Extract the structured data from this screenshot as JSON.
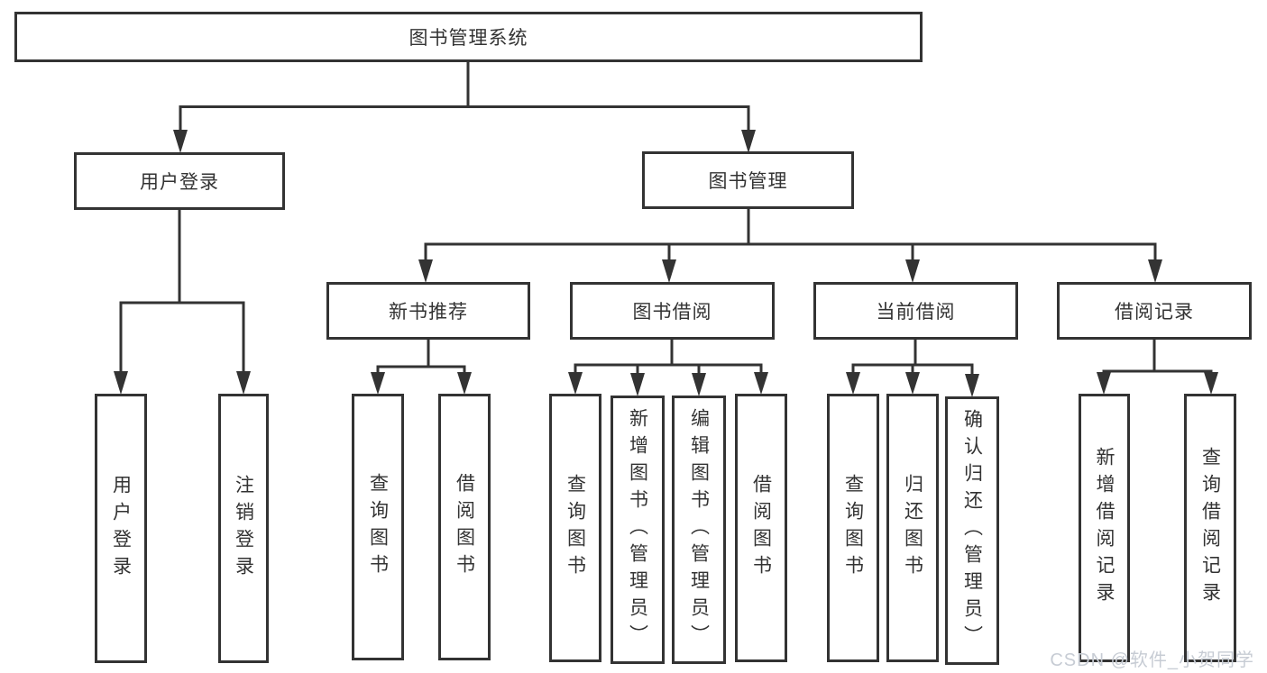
{
  "watermark": "CSDN @软件_小贺同学",
  "colors": {
    "line": "#333333",
    "box_border": "#333333",
    "box_fill": "#ffffff",
    "text": "#333333",
    "watermark": "#c7ccd4"
  },
  "tree": {
    "label": "图书管理系统",
    "children": [
      {
        "label": "用户登录",
        "children": [
          {
            "label": "用户登录"
          },
          {
            "label": "注销登录"
          }
        ]
      },
      {
        "label": "图书管理",
        "children": [
          {
            "label": "新书推荐",
            "children": [
              {
                "label": "查询图书"
              },
              {
                "label": "借阅图书"
              }
            ]
          },
          {
            "label": "图书借阅",
            "children": [
              {
                "label": "查询图书"
              },
              {
                "label": "新增图书（管理员）"
              },
              {
                "label": "编辑图书（管理员）"
              },
              {
                "label": "借阅图书"
              }
            ]
          },
          {
            "label": "当前借阅",
            "children": [
              {
                "label": "查询图书"
              },
              {
                "label": "归还图书"
              },
              {
                "label": "确认归还（管理员）"
              }
            ]
          },
          {
            "label": "借阅记录",
            "children": [
              {
                "label": "新增借阅记录"
              },
              {
                "label": "查询借阅记录"
              }
            ]
          }
        ]
      }
    ]
  }
}
